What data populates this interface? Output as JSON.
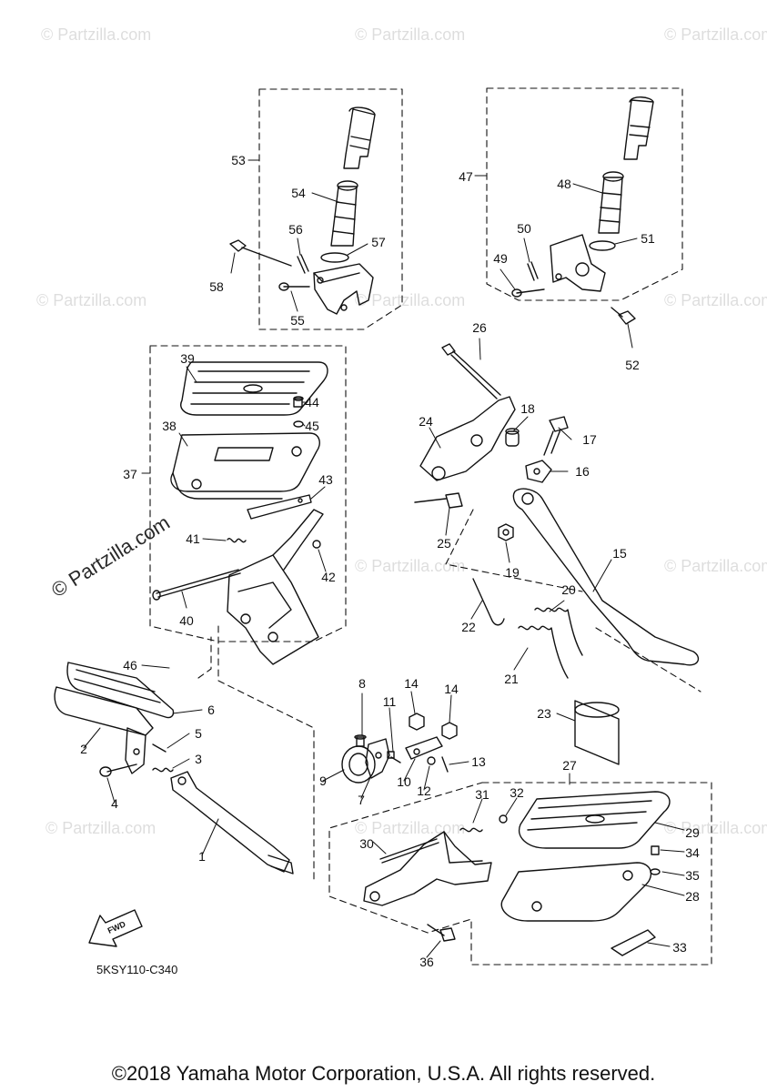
{
  "watermark_text": "© Partzilla.com",
  "diagram_code": "5KSY110-C340",
  "copyright": "©2018 Yamaha Motor Corporation, U.S.A. All rights reserved.",
  "fwd_label": "FWD",
  "part_numbers": [
    "1",
    "2",
    "3",
    "4",
    "5",
    "6",
    "7",
    "8",
    "9",
    "10",
    "11",
    "12",
    "13",
    "14",
    "14",
    "15",
    "16",
    "17",
    "18",
    "19",
    "20",
    "21",
    "22",
    "23",
    "24",
    "25",
    "26",
    "27",
    "28",
    "29",
    "30",
    "31",
    "32",
    "33",
    "34",
    "35",
    "36",
    "37",
    "38",
    "39",
    "40",
    "41",
    "42",
    "43",
    "44",
    "45",
    "46",
    "47",
    "48",
    "49",
    "50",
    "51",
    "52",
    "53",
    "54",
    "55",
    "56",
    "57",
    "58"
  ]
}
